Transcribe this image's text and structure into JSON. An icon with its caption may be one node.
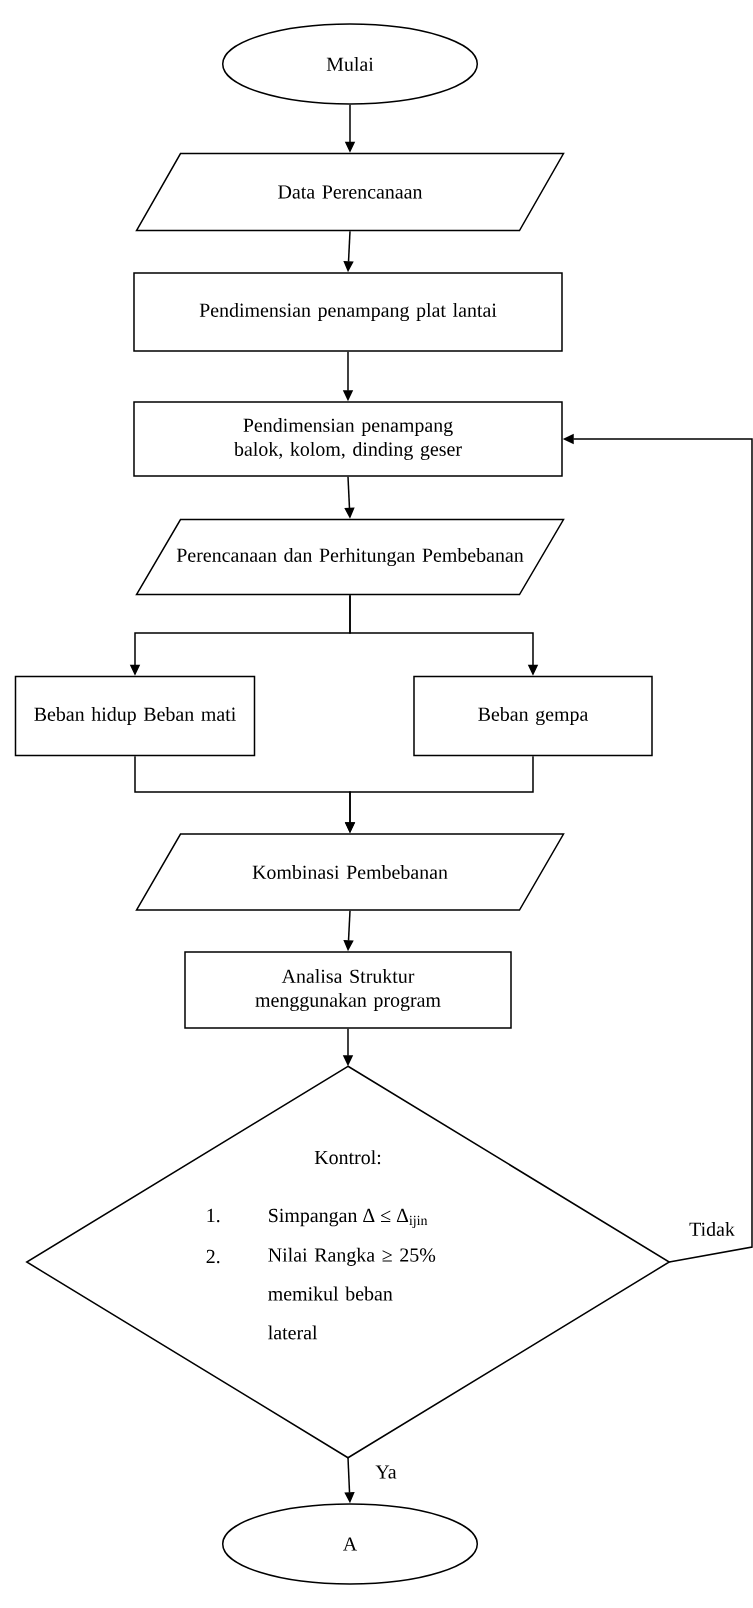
{
  "diagram": {
    "nodes": [
      {
        "text": [
          "Mulai"
        ]
      },
      {
        "text": [
          "Data Perencanaan"
        ]
      },
      {
        "text": [
          "Pendimensian penampang plat lantai"
        ]
      },
      {
        "text": [
          "Pendimensian penampang balok, kolom, dinding geser"
        ]
      },
      {
        "text": [
          "Perencanaan dan Perhitungan Pembebanan"
        ]
      },
      {
        "text": [
          "Beban hidup Beban mati"
        ]
      },
      {
        "text": [
          "Beban gempa"
        ]
      },
      {
        "text": [
          "Kombinasi Pembebanan"
        ]
      },
      {
        "text": [
          "Analisa Struktur menggunakan program"
        ]
      },
      {
        "text": [
          "Kontrol:",
          "1.",
          "Simpangan Δ ≤ Δ$_{ijin}$",
          "2.",
          "Nilai Rangka ≥ 25% memikul beban lateral"
        ]
      },
      {
        "text": [
          "A"
        ]
      }
    ],
    "edges": [
      {
        "from": 0,
        "to": 1,
        "arrow": "to"
      },
      {
        "from": 1,
        "to": 2,
        "arrow": "to"
      },
      {
        "from": 2,
        "to": 3,
        "arrow": "to"
      },
      {
        "from": 3,
        "to": 4,
        "arrow": "to"
      },
      {
        "from": 4,
        "to": 5,
        "arrow": "to"
      },
      {
        "from": 4,
        "to": 6,
        "arrow": "to"
      },
      {
        "from": 5,
        "to": 7,
        "arrow": "to"
      },
      {
        "from": 6,
        "to": 7,
        "arrow": "to"
      },
      {
        "from": 7,
        "to": 8,
        "arrow": "to"
      },
      {
        "from": 8,
        "to": 9,
        "arrow": "to"
      },
      {
        "from": 9,
        "to": 3,
        "arrow": "to",
        "label": "Tidak"
      },
      {
        "from": 9,
        "to": 10,
        "arrow": "to",
        "label": "Ya"
      }
    ]
  }
}
